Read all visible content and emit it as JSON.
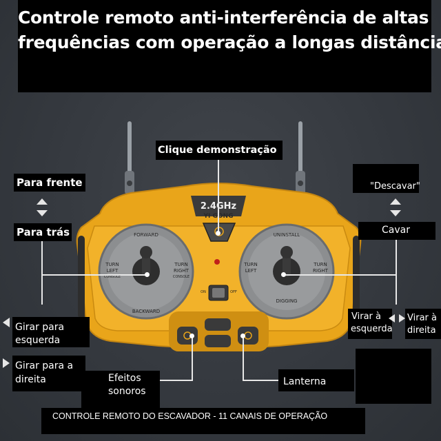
{
  "headline": {
    "line1": "Controle remoto anti-interferência de altas",
    "line2": "frequências com operação a longas distâncias"
  },
  "callouts": {
    "click_demo": "Clique demonstração",
    "forward": "Para frente",
    "backward": "Para trás",
    "dig_out": "\"Descavar\"",
    "dig": "Cavar",
    "rotate_left": [
      "Girar para",
      "esquerda"
    ],
    "rotate_right": [
      "Girar para a",
      "direita"
    ],
    "turn_left": [
      "Virar à",
      "esquerda"
    ],
    "turn_right": [
      "Virar à",
      "direita"
    ],
    "sound_effects": [
      "Efeitos",
      "sonoros"
    ],
    "flashlight": "Lanterna"
  },
  "footer": "CONTROLE REMOTO DO ESCAVADOR - 11 CANAIS DE OPERAÇÃO",
  "controller": {
    "frequency_badge": "2.4GHz",
    "brand": "YI GONG",
    "left_stick": {
      "top": "FORWARD",
      "bottom": "BACKWARD",
      "left": [
        "TURN",
        "LEFT"
      ],
      "right": [
        "TURN",
        "RIGHT"
      ],
      "left_sub": "CONSOLE",
      "right_sub": "CONSOLE"
    },
    "right_stick": {
      "top": "UNINSTALL",
      "bottom": "DIGGING",
      "left": [
        "TURN",
        "LEFT"
      ],
      "right": [
        "TURN",
        "RIGHT"
      ]
    },
    "switch_on": "ON",
    "switch_off": "OFF"
  },
  "colors": {
    "body_yellow": "#e9a51a",
    "body_shadow": "#b97b0d",
    "dial_gray": "#8a8c8e",
    "background": "#33373d",
    "label_bg": "#000000"
  }
}
